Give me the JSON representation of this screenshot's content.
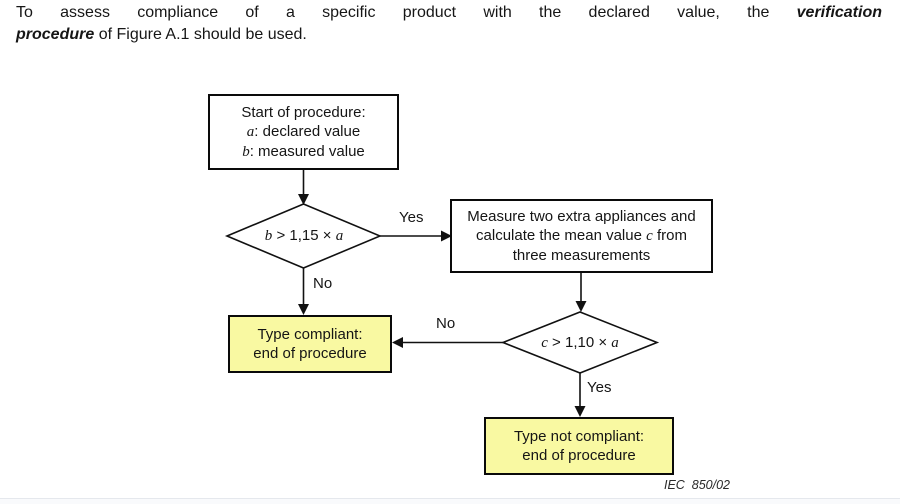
{
  "intro": {
    "line1_normal": "To assess compliance of a specific product with the declared value, the",
    "line1_emphasis": "verification",
    "line2_emphasis": "procedure",
    "line2_normal": " of Figure A.1 should be used."
  },
  "flowchart": {
    "start_box": {
      "line1": "Start of procedure:",
      "var_a": "a",
      "line2_rest": ": declared value",
      "var_b": "b",
      "line3_rest": ": measured value"
    },
    "decision1": {
      "var1": "b",
      "operator": " > 1,15 × ",
      "var2": "a"
    },
    "measure_box": {
      "line1": "Measure two extra appliances and",
      "line2_pre": "calculate the mean value ",
      "var_c": "c",
      "line2_post": " from",
      "line3": "three measurements"
    },
    "decision2": {
      "var1": "c",
      "operator": " > 1,10 × ",
      "var2": "a"
    },
    "compliant_box": {
      "line1": "Type compliant:",
      "line2": "end of procedure"
    },
    "not_compliant_box": {
      "line1": "Type not compliant:",
      "line2": "end of procedure"
    },
    "labels": {
      "yes1": "Yes",
      "no1": "No",
      "no2": "No",
      "yes2": "Yes"
    },
    "caption": "IEC  850/02"
  },
  "colors": {
    "background": "#ffffff",
    "box_border": "#0a0a0a",
    "highlight_fill": "#f9f9a2",
    "line_color": "#111111"
  }
}
